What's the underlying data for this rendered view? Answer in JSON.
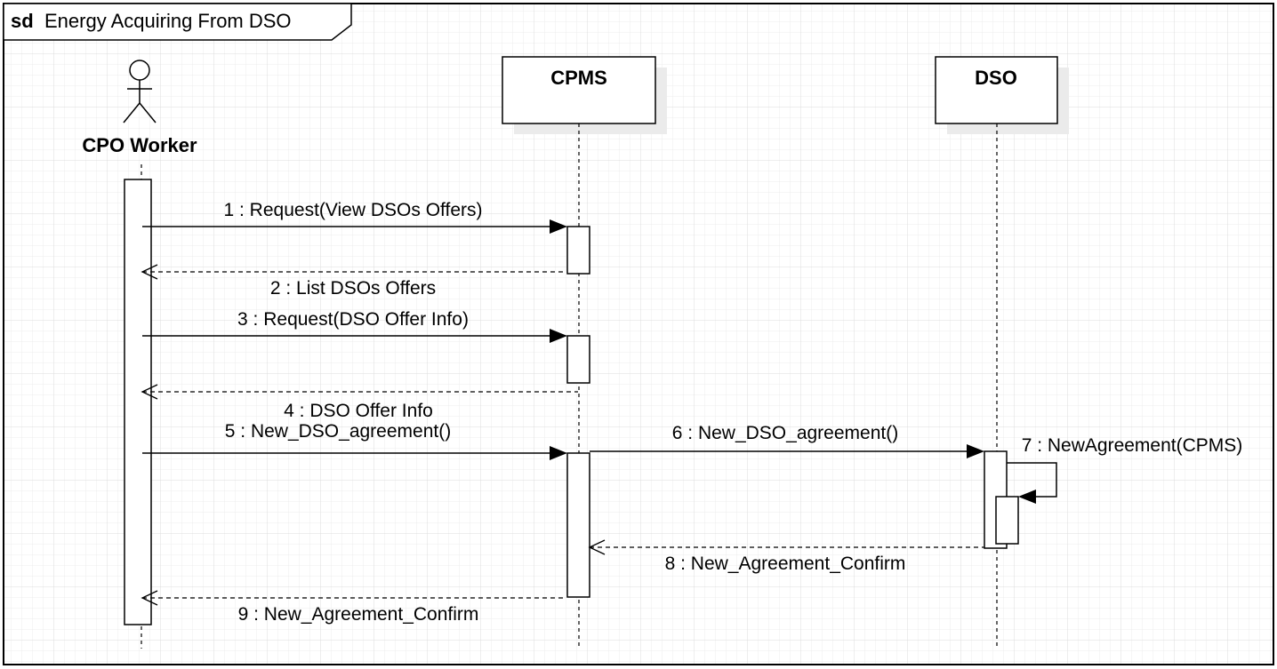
{
  "frame": {
    "kind": "sd",
    "title": "Energy Acquiring From DSO"
  },
  "actor": {
    "name": "CPO Worker"
  },
  "lifelines": [
    {
      "id": "cpms",
      "name": "CPMS"
    },
    {
      "id": "dso",
      "name": "DSO"
    }
  ],
  "messages": [
    {
      "label": "1 : Request(View DSOs Offers)",
      "from": "CPO Worker",
      "to": "CPMS",
      "kind": "sync"
    },
    {
      "label": "2 : List DSOs Offers",
      "from": "CPMS",
      "to": "CPO Worker",
      "kind": "return"
    },
    {
      "label": "3 : Request(DSO Offer Info)",
      "from": "CPO Worker",
      "to": "CPMS",
      "kind": "sync"
    },
    {
      "label": "4 : DSO Offer Info",
      "from": "CPMS",
      "to": "CPO Worker",
      "kind": "return"
    },
    {
      "label": "5 : New_DSO_agreement()",
      "from": "CPO Worker",
      "to": "CPMS",
      "kind": "sync"
    },
    {
      "label": "6 : New_DSO_agreement()",
      "from": "CPMS",
      "to": "DSO",
      "kind": "sync"
    },
    {
      "label": "7 : NewAgreement(CPMS)",
      "from": "DSO",
      "to": "DSO",
      "kind": "self"
    },
    {
      "label": "8 : New_Agreement_Confirm",
      "from": "DSO",
      "to": "CPMS",
      "kind": "return"
    },
    {
      "label": "9 : New_Agreement_Confirm",
      "from": "CPMS",
      "to": "CPO Worker",
      "kind": "return"
    }
  ]
}
